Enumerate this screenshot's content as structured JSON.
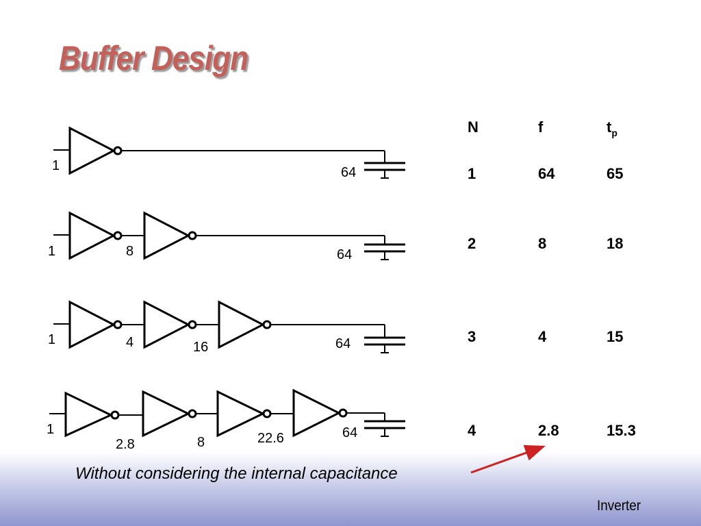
{
  "slide": {
    "title": "Buffer Design",
    "note": "Without considering the internal capacitance",
    "footer": "Inverter"
  },
  "chains": [
    {
      "sizes": [
        "1"
      ],
      "load": "64"
    },
    {
      "sizes": [
        "1",
        "8"
      ],
      "load": "64"
    },
    {
      "sizes": [
        "1",
        "4",
        "16"
      ],
      "load": "64"
    },
    {
      "sizes": [
        "1",
        "2.8",
        "8",
        "22.6"
      ],
      "load": "64"
    }
  ],
  "table": {
    "headers": {
      "n": "N",
      "f": "f",
      "tp_main": "t",
      "tp_sub": "p"
    },
    "rows": [
      {
        "n": "1",
        "f": "64",
        "tp": "65"
      },
      {
        "n": "2",
        "f": "8",
        "tp": "18"
      },
      {
        "n": "3",
        "f": "4",
        "tp": "15"
      },
      {
        "n": "4",
        "f": "2.8",
        "tp": "15.3"
      }
    ]
  },
  "colors": {
    "title": "#c3605a",
    "arrow": "#cc2222"
  }
}
